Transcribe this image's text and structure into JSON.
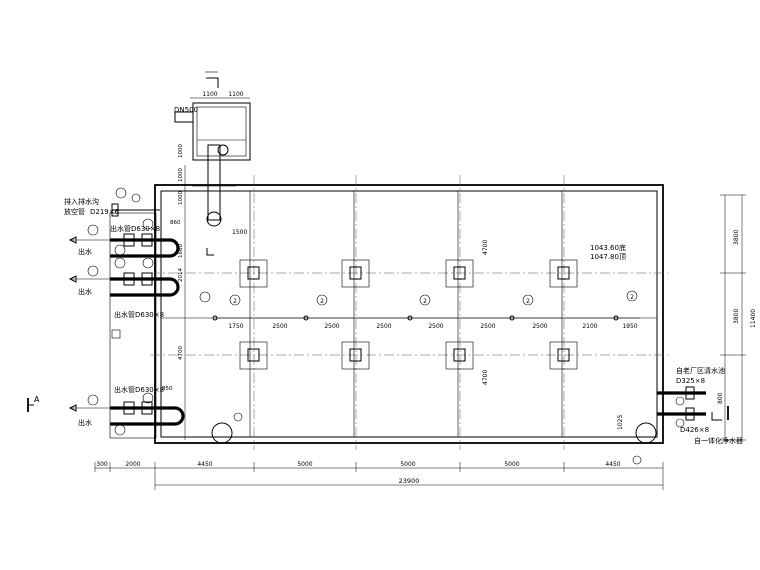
{
  "plan": {
    "total_width_dim": "23900",
    "bottom_dims": [
      "300",
      "2000",
      "4450",
      "5000",
      "5000",
      "5000",
      "4450"
    ],
    "column_spacing_dims_row": [
      "1750",
      "2500",
      "2500",
      "2500",
      "2500",
      "2500",
      "2500",
      "2100",
      "1950"
    ],
    "right_dims": [
      "3800",
      "3800",
      "11400",
      "800"
    ],
    "left_dims": [
      "1000",
      "1000",
      "1000",
      "860",
      "1660",
      "2014",
      "4700",
      "850"
    ],
    "inner_dims": [
      "4700",
      "4700",
      "1500",
      "1025"
    ],
    "elevations": {
      "bottom": "1043.60底",
      "top": "1047.80顶"
    },
    "section_marker": "A",
    "callout_number": "2"
  },
  "annotations": {
    "dn_label": "DN500",
    "overflow_pipe": "排入排水沟",
    "drain_pipe": "放空管",
    "drain_pipe_size": "D219×6",
    "outlet_pipe_1": "出水管D630×8",
    "outlet_pipe_2": "出水管D630×8",
    "outlet_pipe_3": "出水管D630×8",
    "outlet": "出水",
    "inlet_label_1": "自老厂区清水池",
    "inlet_size_1": "D325×8",
    "inlet_size_2": "D426×8",
    "inlet_label_2": "自一体化净水器",
    "top_box_dims": [
      "1100",
      "1100"
    ]
  }
}
